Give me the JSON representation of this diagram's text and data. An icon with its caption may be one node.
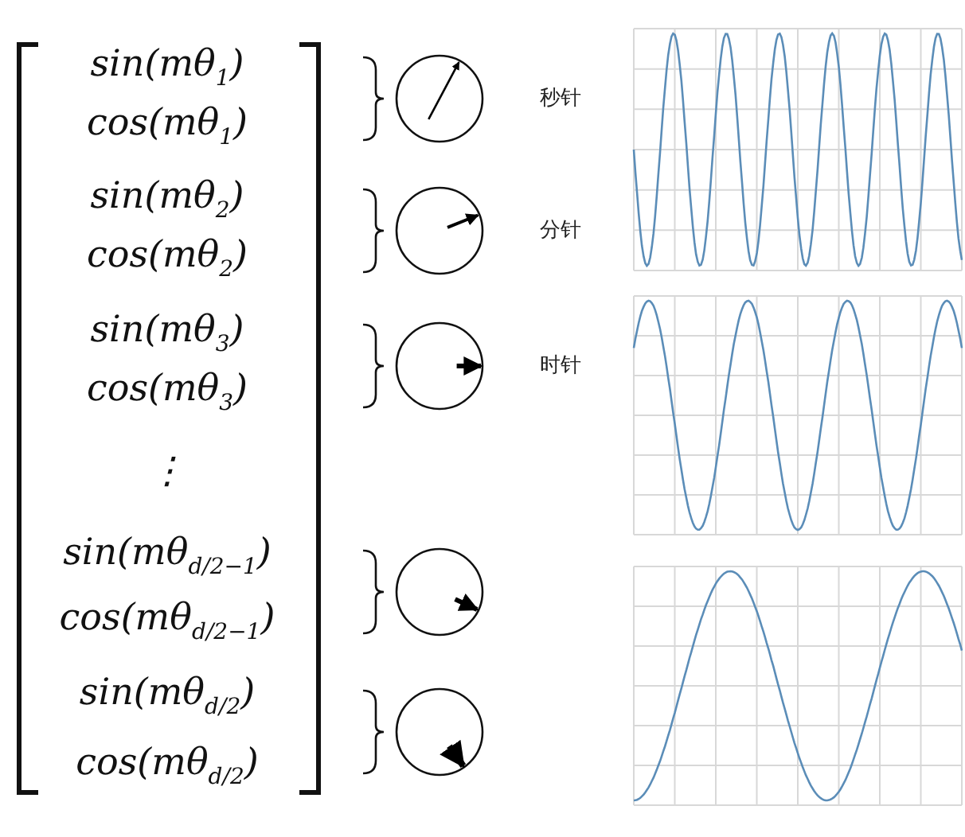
{
  "diagram": {
    "labels": [
      "sin(mθ$_{1}$)",
      "cos(mθ$_{1}$)",
      "sin(mθ$_{2}$)",
      "cos(mθ$_{2}$)",
      "sin(mθ$_{3}$)",
      "cos(mθ$_{3}$)",
      "⋮",
      "sin(mθ$_{d/2−1}$)",
      "cos(mθ$_{d/2−1}$)",
      "sin(mθ$_{d/2}$)",
      "cos(mθ$_{d/2}$)",
      "秒针",
      "分针",
      "时针"
    ]
  }
}
